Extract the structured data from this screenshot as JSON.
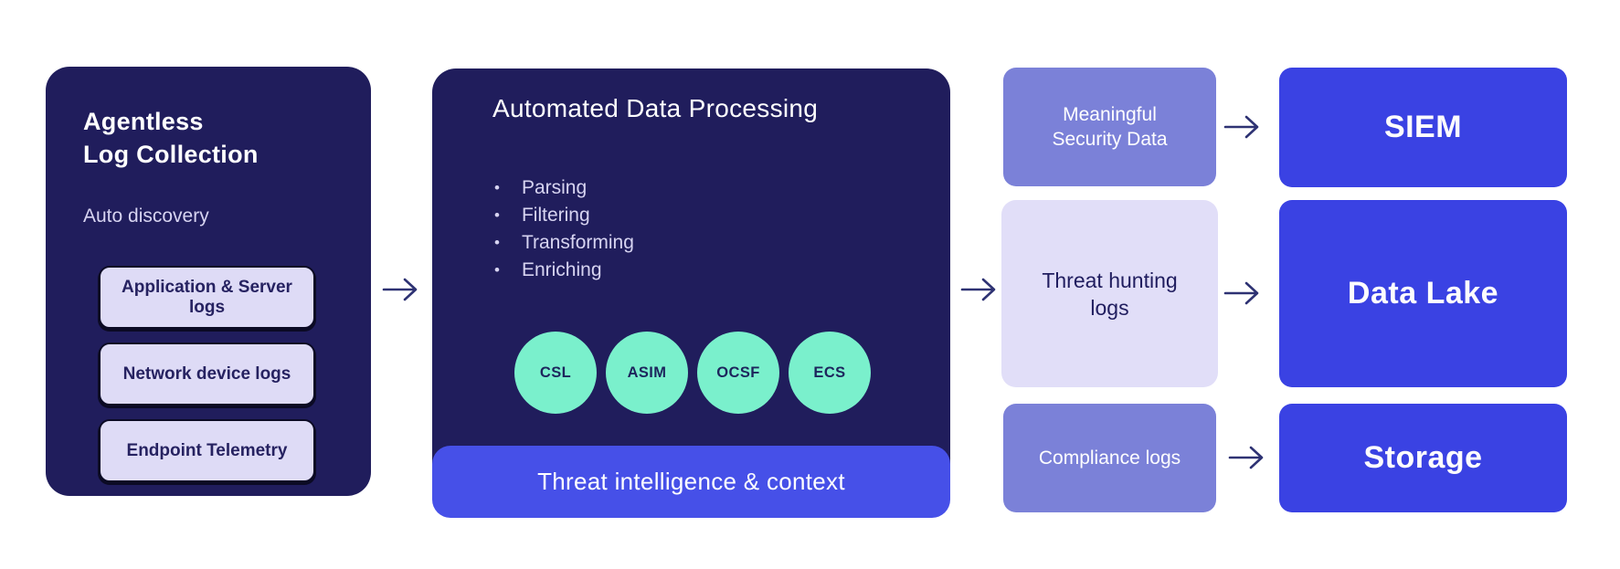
{
  "colors": {
    "background": "#ffffff",
    "dark_navy_box": "#201d5c",
    "sub_item_fill": "#dedbf6",
    "sub_item_border": "#0b0a24",
    "purple_box": "#7b81d8",
    "lavender_box": "#e1def8",
    "destination_blue": "#3a42e3",
    "intel_bar_blue": "#4650e8",
    "standard_circle_teal": "#7af0cc",
    "arrow": "#2e3273",
    "light_text": "#d7d4f1",
    "dark_text": "#201d5f"
  },
  "left_box": {
    "title_line1": "Agentless",
    "title_line2": "Log Collection",
    "subtitle": "Auto discovery",
    "items": [
      "Application & Server logs",
      "Network device logs",
      "Endpoint Telemetry"
    ]
  },
  "processing_box": {
    "title": "Automated Data Processing",
    "bullets": [
      "Parsing",
      "Filtering",
      "Transforming",
      "Enriching"
    ],
    "standards": [
      "CSL",
      "ASIM",
      "OCSF",
      "ECS"
    ],
    "bar_label": "Threat intelligence & context"
  },
  "outputs": [
    {
      "label": "Meaningful Security Data",
      "variant": "purple"
    },
    {
      "label": "Threat hunting logs",
      "variant": "lavender"
    },
    {
      "label": "Compliance logs",
      "variant": "purple"
    }
  ],
  "destinations": [
    "SIEM",
    "Data Lake",
    "Storage"
  ]
}
